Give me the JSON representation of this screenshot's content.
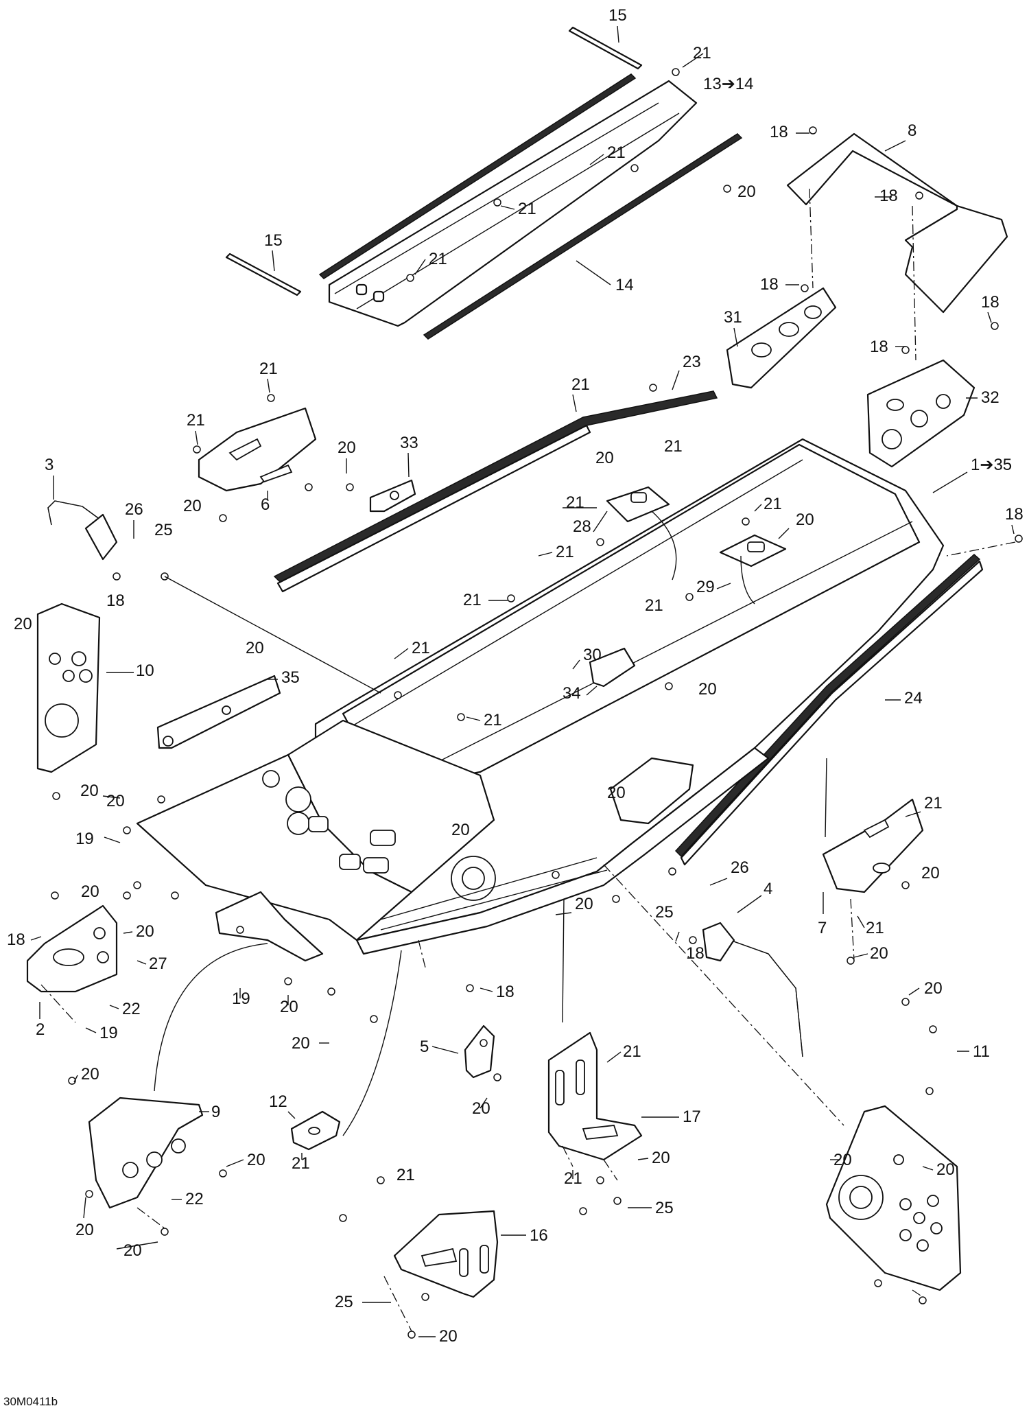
{
  "diagram_code": "30M0411b",
  "callouts": [
    {
      "id": "c01",
      "text": "15"
    },
    {
      "id": "c02",
      "text": "21"
    },
    {
      "id": "c03",
      "text": "13➔14"
    },
    {
      "id": "c04",
      "text": "18"
    },
    {
      "id": "c05",
      "text": "8"
    },
    {
      "id": "c06",
      "text": "20"
    },
    {
      "id": "c07",
      "text": "18"
    },
    {
      "id": "c08",
      "text": "21"
    },
    {
      "id": "c09",
      "text": "21"
    },
    {
      "id": "c10",
      "text": "15"
    },
    {
      "id": "c11",
      "text": "21"
    },
    {
      "id": "c12",
      "text": "14"
    },
    {
      "id": "c13",
      "text": "18"
    },
    {
      "id": "c14",
      "text": "18"
    },
    {
      "id": "c15",
      "text": "31"
    },
    {
      "id": "c16",
      "text": "18"
    },
    {
      "id": "c17",
      "text": "23"
    },
    {
      "id": "c18",
      "text": "21"
    },
    {
      "id": "c19",
      "text": "32"
    },
    {
      "id": "c20",
      "text": "21"
    },
    {
      "id": "c21",
      "text": "21"
    },
    {
      "id": "c22",
      "text": "20"
    },
    {
      "id": "c23",
      "text": "33"
    },
    {
      "id": "c24",
      "text": "20"
    },
    {
      "id": "c25",
      "text": "21"
    },
    {
      "id": "c26",
      "text": "1➔35"
    },
    {
      "id": "c27",
      "text": "3"
    },
    {
      "id": "c28",
      "text": "6"
    },
    {
      "id": "c29",
      "text": "20"
    },
    {
      "id": "c30",
      "text": "21"
    },
    {
      "id": "c31",
      "text": "28"
    },
    {
      "id": "c32",
      "text": "18"
    },
    {
      "id": "c33",
      "text": "26"
    },
    {
      "id": "c34",
      "text": "25"
    },
    {
      "id": "c35",
      "text": "21"
    },
    {
      "id": "c36",
      "text": "21"
    },
    {
      "id": "c37",
      "text": "20"
    },
    {
      "id": "c38",
      "text": "18"
    },
    {
      "id": "c39",
      "text": "29"
    },
    {
      "id": "c40",
      "text": "21"
    },
    {
      "id": "c41",
      "text": "21"
    },
    {
      "id": "c42",
      "text": "20"
    },
    {
      "id": "c43",
      "text": "20"
    },
    {
      "id": "c44",
      "text": "10"
    },
    {
      "id": "c45",
      "text": "21"
    },
    {
      "id": "c46",
      "text": "35"
    },
    {
      "id": "c47",
      "text": "30"
    },
    {
      "id": "c48",
      "text": "34"
    },
    {
      "id": "c49",
      "text": "24"
    },
    {
      "id": "c50",
      "text": "20"
    },
    {
      "id": "c51",
      "text": "21"
    },
    {
      "id": "c52",
      "text": "20"
    },
    {
      "id": "c53",
      "text": "20"
    },
    {
      "id": "c54",
      "text": "20"
    },
    {
      "id": "c55",
      "text": "19"
    },
    {
      "id": "c56",
      "text": "20"
    },
    {
      "id": "c57",
      "text": "21"
    },
    {
      "id": "c58",
      "text": "20"
    },
    {
      "id": "c59",
      "text": "26"
    },
    {
      "id": "c60",
      "text": "4"
    },
    {
      "id": "c61",
      "text": "20"
    },
    {
      "id": "c62",
      "text": "25"
    },
    {
      "id": "c63",
      "text": "20"
    },
    {
      "id": "c64",
      "text": "18"
    },
    {
      "id": "c65",
      "text": "21"
    },
    {
      "id": "c66",
      "text": "7"
    },
    {
      "id": "c67",
      "text": "20"
    },
    {
      "id": "c68",
      "text": "18"
    },
    {
      "id": "c69",
      "text": "20"
    },
    {
      "id": "c70",
      "text": "27"
    },
    {
      "id": "c71",
      "text": "18"
    },
    {
      "id": "c72",
      "text": "22"
    },
    {
      "id": "c73",
      "text": "19"
    },
    {
      "id": "c74",
      "text": "2"
    },
    {
      "id": "c75",
      "text": "19"
    },
    {
      "id": "c76",
      "text": "20"
    },
    {
      "id": "c77",
      "text": "20"
    },
    {
      "id": "c78",
      "text": "20"
    },
    {
      "id": "c79",
      "text": "5"
    },
    {
      "id": "c80",
      "text": "21"
    },
    {
      "id": "c81",
      "text": "11"
    },
    {
      "id": "c82",
      "text": "20"
    },
    {
      "id": "c83",
      "text": "9"
    },
    {
      "id": "c84",
      "text": "12"
    },
    {
      "id": "c85",
      "text": "20"
    },
    {
      "id": "c86",
      "text": "17"
    },
    {
      "id": "c87",
      "text": "21"
    },
    {
      "id": "c88",
      "text": "20"
    },
    {
      "id": "c89",
      "text": "20"
    },
    {
      "id": "c90",
      "text": "21"
    },
    {
      "id": "c91",
      "text": "20"
    },
    {
      "id": "c92",
      "text": "21"
    },
    {
      "id": "c93",
      "text": "20"
    },
    {
      "id": "c94",
      "text": "22"
    },
    {
      "id": "c95",
      "text": "25"
    },
    {
      "id": "c96",
      "text": "20"
    },
    {
      "id": "c97",
      "text": "21"
    },
    {
      "id": "c98",
      "text": "20"
    },
    {
      "id": "c99",
      "text": "16"
    },
    {
      "id": "c100",
      "text": "25"
    },
    {
      "id": "c101",
      "text": "20"
    }
  ]
}
